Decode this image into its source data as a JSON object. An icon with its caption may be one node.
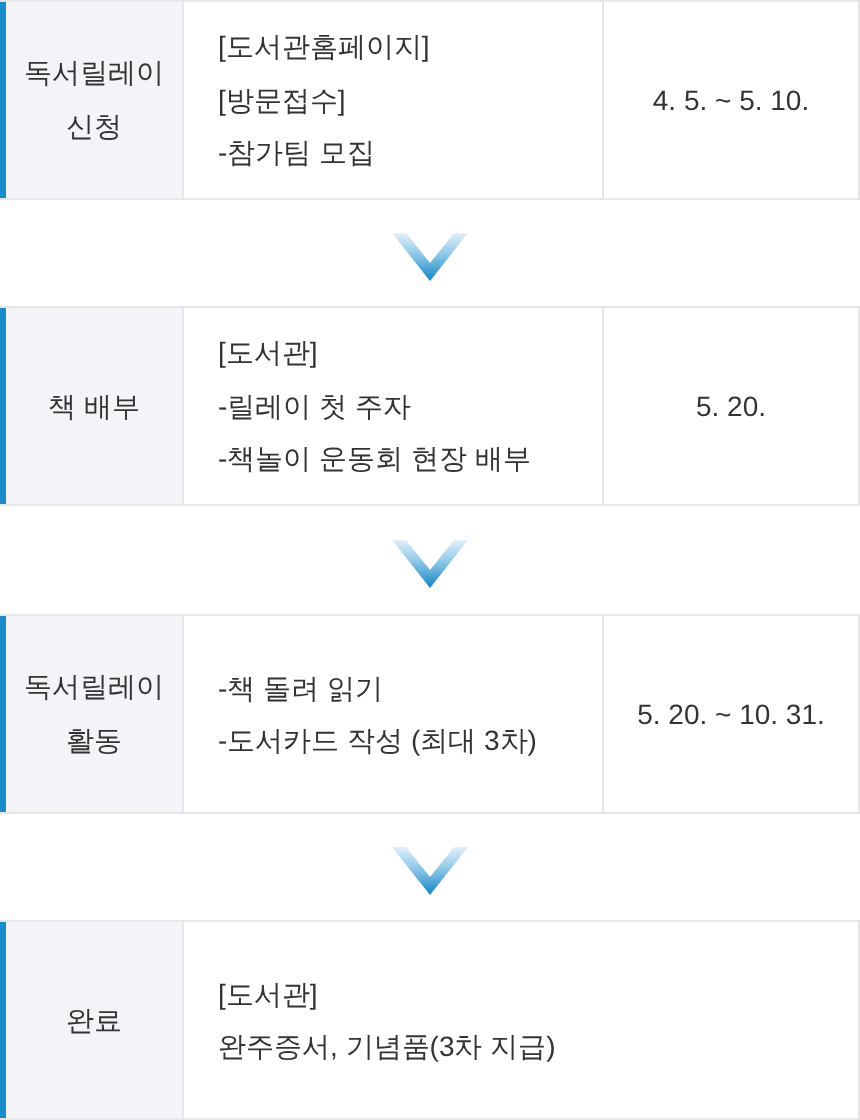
{
  "diagram": {
    "nodes": [
      {
        "text": [
          "독서릴레이 신청",
          "[도서관홈페이지]",
          "[방문접수]",
          "-참가팀 모집",
          "4. 5. ~ 5. 10."
        ]
      },
      {
        "text": [
          "책 배부",
          "[도서관]",
          "-릴레이 첫 주자",
          "-책놀이 운동회 현장 배부",
          "5. 20."
        ]
      },
      {
        "text": [
          "독서릴레이 활동",
          "-책 돌려 읽기",
          "-도서카드 작성 (최대 3차)",
          "5. 20. ~ 10. 31."
        ]
      },
      {
        "text": [
          "완료",
          "[도서관]",
          "완주증서, 기념품(3차 지급)"
        ]
      }
    ],
    "edges": [
      {
        "from": 0,
        "to": 1,
        "arrow": "to"
      },
      {
        "from": 1,
        "to": 2,
        "arrow": "to"
      },
      {
        "from": 2,
        "to": 3,
        "arrow": "to"
      }
    ]
  }
}
